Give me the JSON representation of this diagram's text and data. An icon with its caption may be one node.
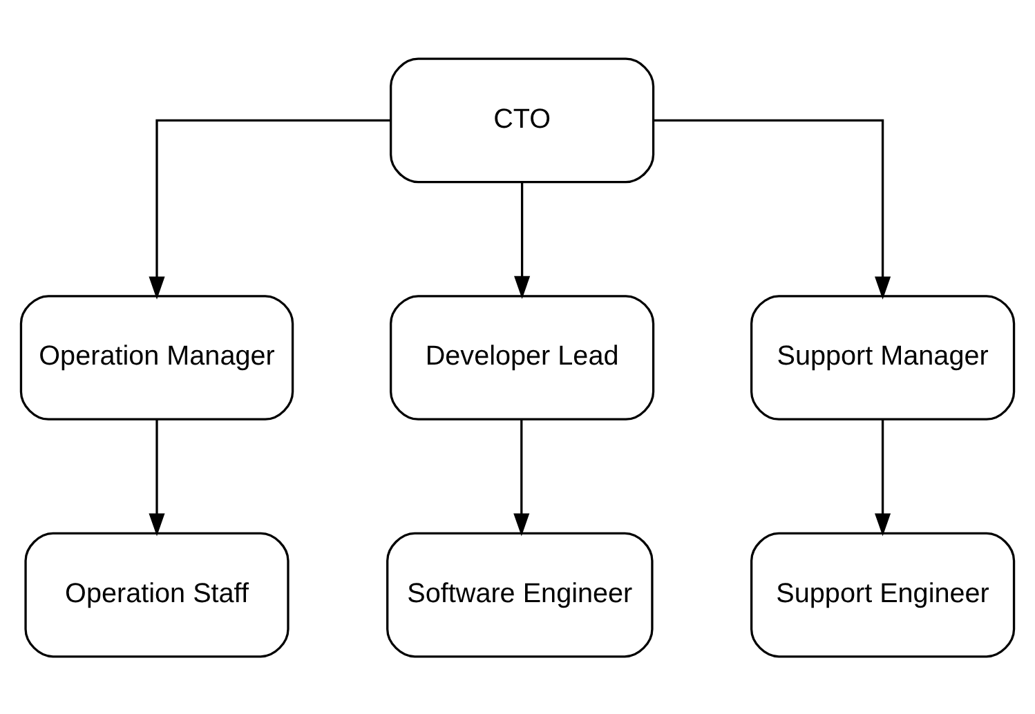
{
  "diagram": {
    "nodes": [
      {
        "text": [
          "CTO"
        ]
      },
      {
        "text": [
          "Operation Manager"
        ]
      },
      {
        "text": [
          "Developer Lead"
        ]
      },
      {
        "text": [
          "Support Manager"
        ]
      },
      {
        "text": [
          "Operation Staff"
        ]
      },
      {
        "text": [
          "Software Engineer"
        ]
      },
      {
        "text": [
          "Support Engineer"
        ]
      }
    ],
    "edges": [
      {
        "from": 0,
        "to": 1,
        "arrow": "to"
      },
      {
        "from": 0,
        "to": 2,
        "arrow": "to"
      },
      {
        "from": 0,
        "to": 3,
        "arrow": "to"
      },
      {
        "from": 1,
        "to": 4,
        "arrow": "to"
      },
      {
        "from": 2,
        "to": 5,
        "arrow": "to"
      },
      {
        "from": 3,
        "to": 6,
        "arrow": "to"
      }
    ]
  }
}
